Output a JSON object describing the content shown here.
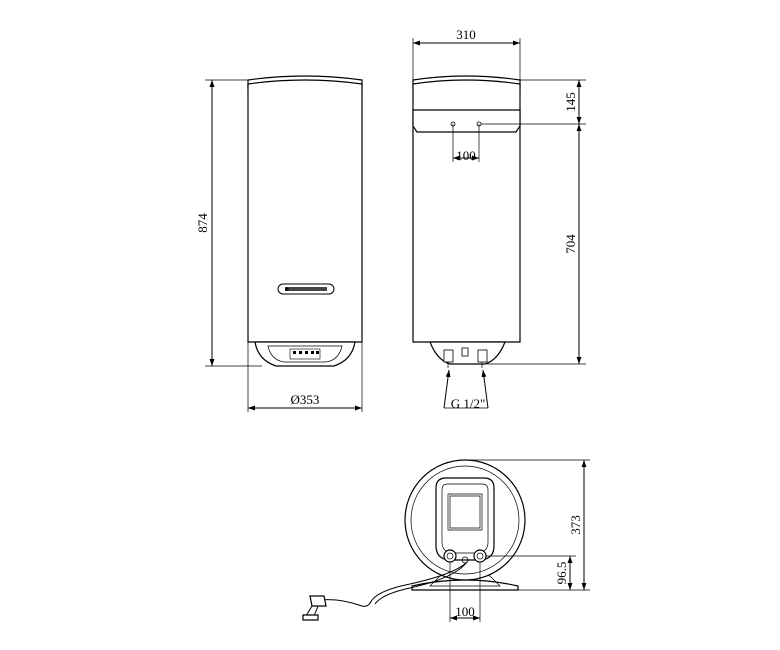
{
  "dimensions": {
    "height_total": "874",
    "diameter": "Ø353",
    "width_side": "310",
    "bracket_height": "145",
    "bracket_spacing": "100",
    "mount_height": "704",
    "thread": "G 1/2\"",
    "bottom_height": "373",
    "pipe_height": "96.5",
    "pipe_spacing": "100"
  },
  "colors": {
    "line": "#000000",
    "background": "#ffffff"
  }
}
